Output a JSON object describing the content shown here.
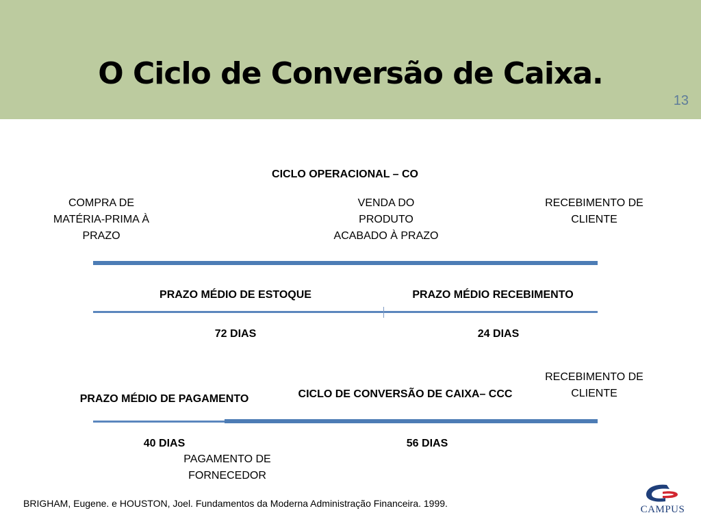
{
  "slide": {
    "title": "O Ciclo de Conversão de Caixa.",
    "page_number": "13",
    "footer": "BRIGHAM, Eugene. e HOUSTON, Joel. Fundamentos da Moderna Administração Financeira. 1999.",
    "logo_text": "CAMPUS"
  },
  "diagram": {
    "operating_cycle_label": "CICLO OPERACIONAL – CO",
    "events": {
      "purchase": [
        "COMPRA DE",
        "MATÉRIA-PRIMA À",
        "PRAZO"
      ],
      "sale": [
        "VENDA DO",
        "PRODUTO",
        "ACABADO À PRAZO"
      ],
      "receipt_top": [
        "RECEBIMENTO DE",
        "CLIENTE"
      ],
      "receipt_bottom": [
        "RECEBIMENTO DE",
        "CLIENTE"
      ],
      "payment": [
        "PAGAMENTO DE",
        "FORNECEDOR"
      ]
    },
    "inventory_period_label": "PRAZO MÉDIO DE ESTOQUE",
    "receivables_period_label": "PRAZO MÉDIO RECEBIMENTO",
    "inventory_days": "72 DIAS",
    "receivables_days": "24 DIAS",
    "payables_period_label": "PRAZO MÉDIO DE PAGAMENTO",
    "ccc_label": "CICLO DE CONVERSÃO DE CAIXA– CCC",
    "payables_days": "40 DIAS",
    "ccc_days": "56 DIAS",
    "colors": {
      "header_bg": "#bccb9f",
      "line": "#4d7cb5",
      "page_number": "#5f7d9a"
    }
  }
}
